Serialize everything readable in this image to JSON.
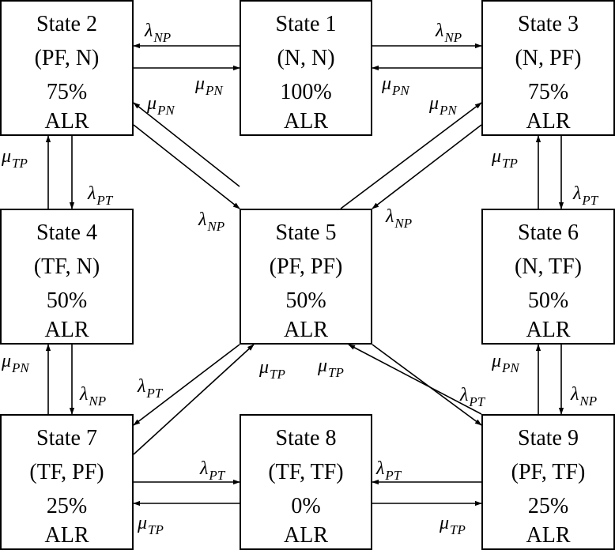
{
  "states": [
    {
      "id": "s1",
      "title": "State 1",
      "pair": "(N, N)",
      "capacity": "100%",
      "unit": "ALR"
    },
    {
      "id": "s2",
      "title": "State 2",
      "pair": "(PF, N)",
      "capacity": "75%",
      "unit": "ALR"
    },
    {
      "id": "s3",
      "title": "State 3",
      "pair": "(N, PF)",
      "capacity": "75%",
      "unit": "ALR"
    },
    {
      "id": "s4",
      "title": "State 4",
      "pair": "(TF, N)",
      "capacity": "50%",
      "unit": "ALR"
    },
    {
      "id": "s5",
      "title": "State 5",
      "pair": "(PF, PF)",
      "capacity": "50%",
      "unit": "ALR"
    },
    {
      "id": "s6",
      "title": "State 6",
      "pair": "(N, TF)",
      "capacity": "50%",
      "unit": "ALR"
    },
    {
      "id": "s7",
      "title": "State 7",
      "pair": "(TF, PF)",
      "capacity": "25%",
      "unit": "ALR"
    },
    {
      "id": "s8",
      "title": "State 8",
      "pair": "(TF, TF)",
      "capacity": "0%",
      "unit": "ALR"
    },
    {
      "id": "s9",
      "title": "State 9",
      "pair": "(PF, TF)",
      "capacity": "25%",
      "unit": "ALR"
    }
  ],
  "symbols": {
    "lambda": "λ",
    "mu": "μ"
  },
  "transitions": [
    {
      "from": "s1",
      "to": "s2",
      "symbol": "λ",
      "sub": "NP"
    },
    {
      "from": "s2",
      "to": "s1",
      "symbol": "μ",
      "sub": "PN"
    },
    {
      "from": "s1",
      "to": "s3",
      "symbol": "λ",
      "sub": "NP"
    },
    {
      "from": "s3",
      "to": "s1",
      "symbol": "μ",
      "sub": "PN"
    },
    {
      "from": "s2",
      "to": "s4",
      "symbol": "λ",
      "sub": "PT"
    },
    {
      "from": "s4",
      "to": "s2",
      "symbol": "μ",
      "sub": "TP"
    },
    {
      "from": "s3",
      "to": "s6",
      "symbol": "λ",
      "sub": "PT"
    },
    {
      "from": "s6",
      "to": "s3",
      "symbol": "μ",
      "sub": "TP"
    },
    {
      "from": "s2",
      "to": "s5",
      "symbol": "λ",
      "sub": "NP"
    },
    {
      "from": "s5",
      "to": "s2",
      "symbol": "μ",
      "sub": "PN"
    },
    {
      "from": "s3",
      "to": "s5",
      "symbol": "λ",
      "sub": "NP"
    },
    {
      "from": "s5",
      "to": "s3",
      "symbol": "μ",
      "sub": "PN"
    },
    {
      "from": "s4",
      "to": "s7",
      "symbol": "λ",
      "sub": "NP"
    },
    {
      "from": "s7",
      "to": "s4",
      "symbol": "μ",
      "sub": "PN"
    },
    {
      "from": "s6",
      "to": "s9",
      "symbol": "λ",
      "sub": "NP"
    },
    {
      "from": "s9",
      "to": "s6",
      "symbol": "μ",
      "sub": "PN"
    },
    {
      "from": "s5",
      "to": "s7",
      "symbol": "λ",
      "sub": "PT"
    },
    {
      "from": "s7",
      "to": "s5",
      "symbol": "μ",
      "sub": "TP"
    },
    {
      "from": "s5",
      "to": "s9",
      "symbol": "λ",
      "sub": "PT"
    },
    {
      "from": "s9",
      "to": "s5",
      "symbol": "μ",
      "sub": "TP"
    },
    {
      "from": "s7",
      "to": "s8",
      "symbol": "λ",
      "sub": "PT"
    },
    {
      "from": "s8",
      "to": "s7",
      "symbol": "μ",
      "sub": "TP"
    },
    {
      "from": "s9",
      "to": "s8",
      "symbol": "λ",
      "sub": "PT"
    },
    {
      "from": "s8",
      "to": "s9",
      "symbol": "μ",
      "sub": "TP"
    }
  ]
}
